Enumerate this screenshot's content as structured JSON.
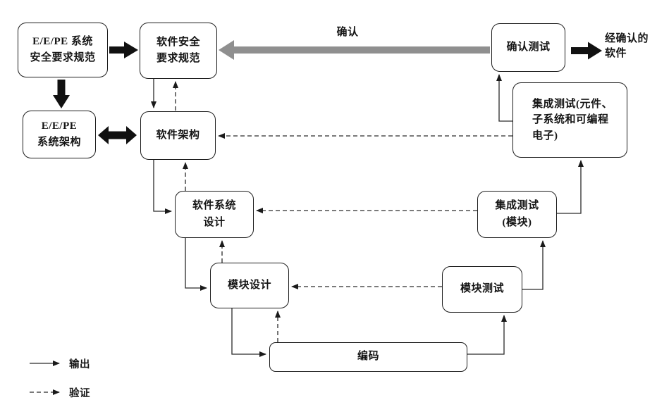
{
  "diagram": {
    "nodes": {
      "eepe_srs": {
        "label": "E/E/PE 系统\n安全要求规范"
      },
      "eepe_arch": {
        "label": "E/E/PE\n系统架构"
      },
      "sw_srs": {
        "label": "软件安全\n要求规范"
      },
      "sw_arch": {
        "label": "软件架构"
      },
      "sw_sys_design": {
        "label": "软件系统\n设计"
      },
      "module_design": {
        "label": "模块设计"
      },
      "coding": {
        "label": "编码"
      },
      "module_test": {
        "label": "模块测试"
      },
      "integration_test_module": {
        "label": "集成测试\n(模块)"
      },
      "integration_test_pe": {
        "label": "集成测试(元件、\n子系统和可编程\n电子)"
      },
      "validation_test": {
        "label": "确认测试"
      }
    },
    "annotations": {
      "validation_arrow_label": "确认",
      "validated_software": "经确认的\n软件"
    },
    "legend": {
      "output_label": "输出",
      "verification_label": "验证"
    },
    "colors": {
      "box_border": "#1d1d1d",
      "text": "#151515",
      "line": "#2a2a2a",
      "block_arrow": "#111111",
      "validation_arrow_gray": "#8f8f8f",
      "background": "#ffffff"
    }
  }
}
